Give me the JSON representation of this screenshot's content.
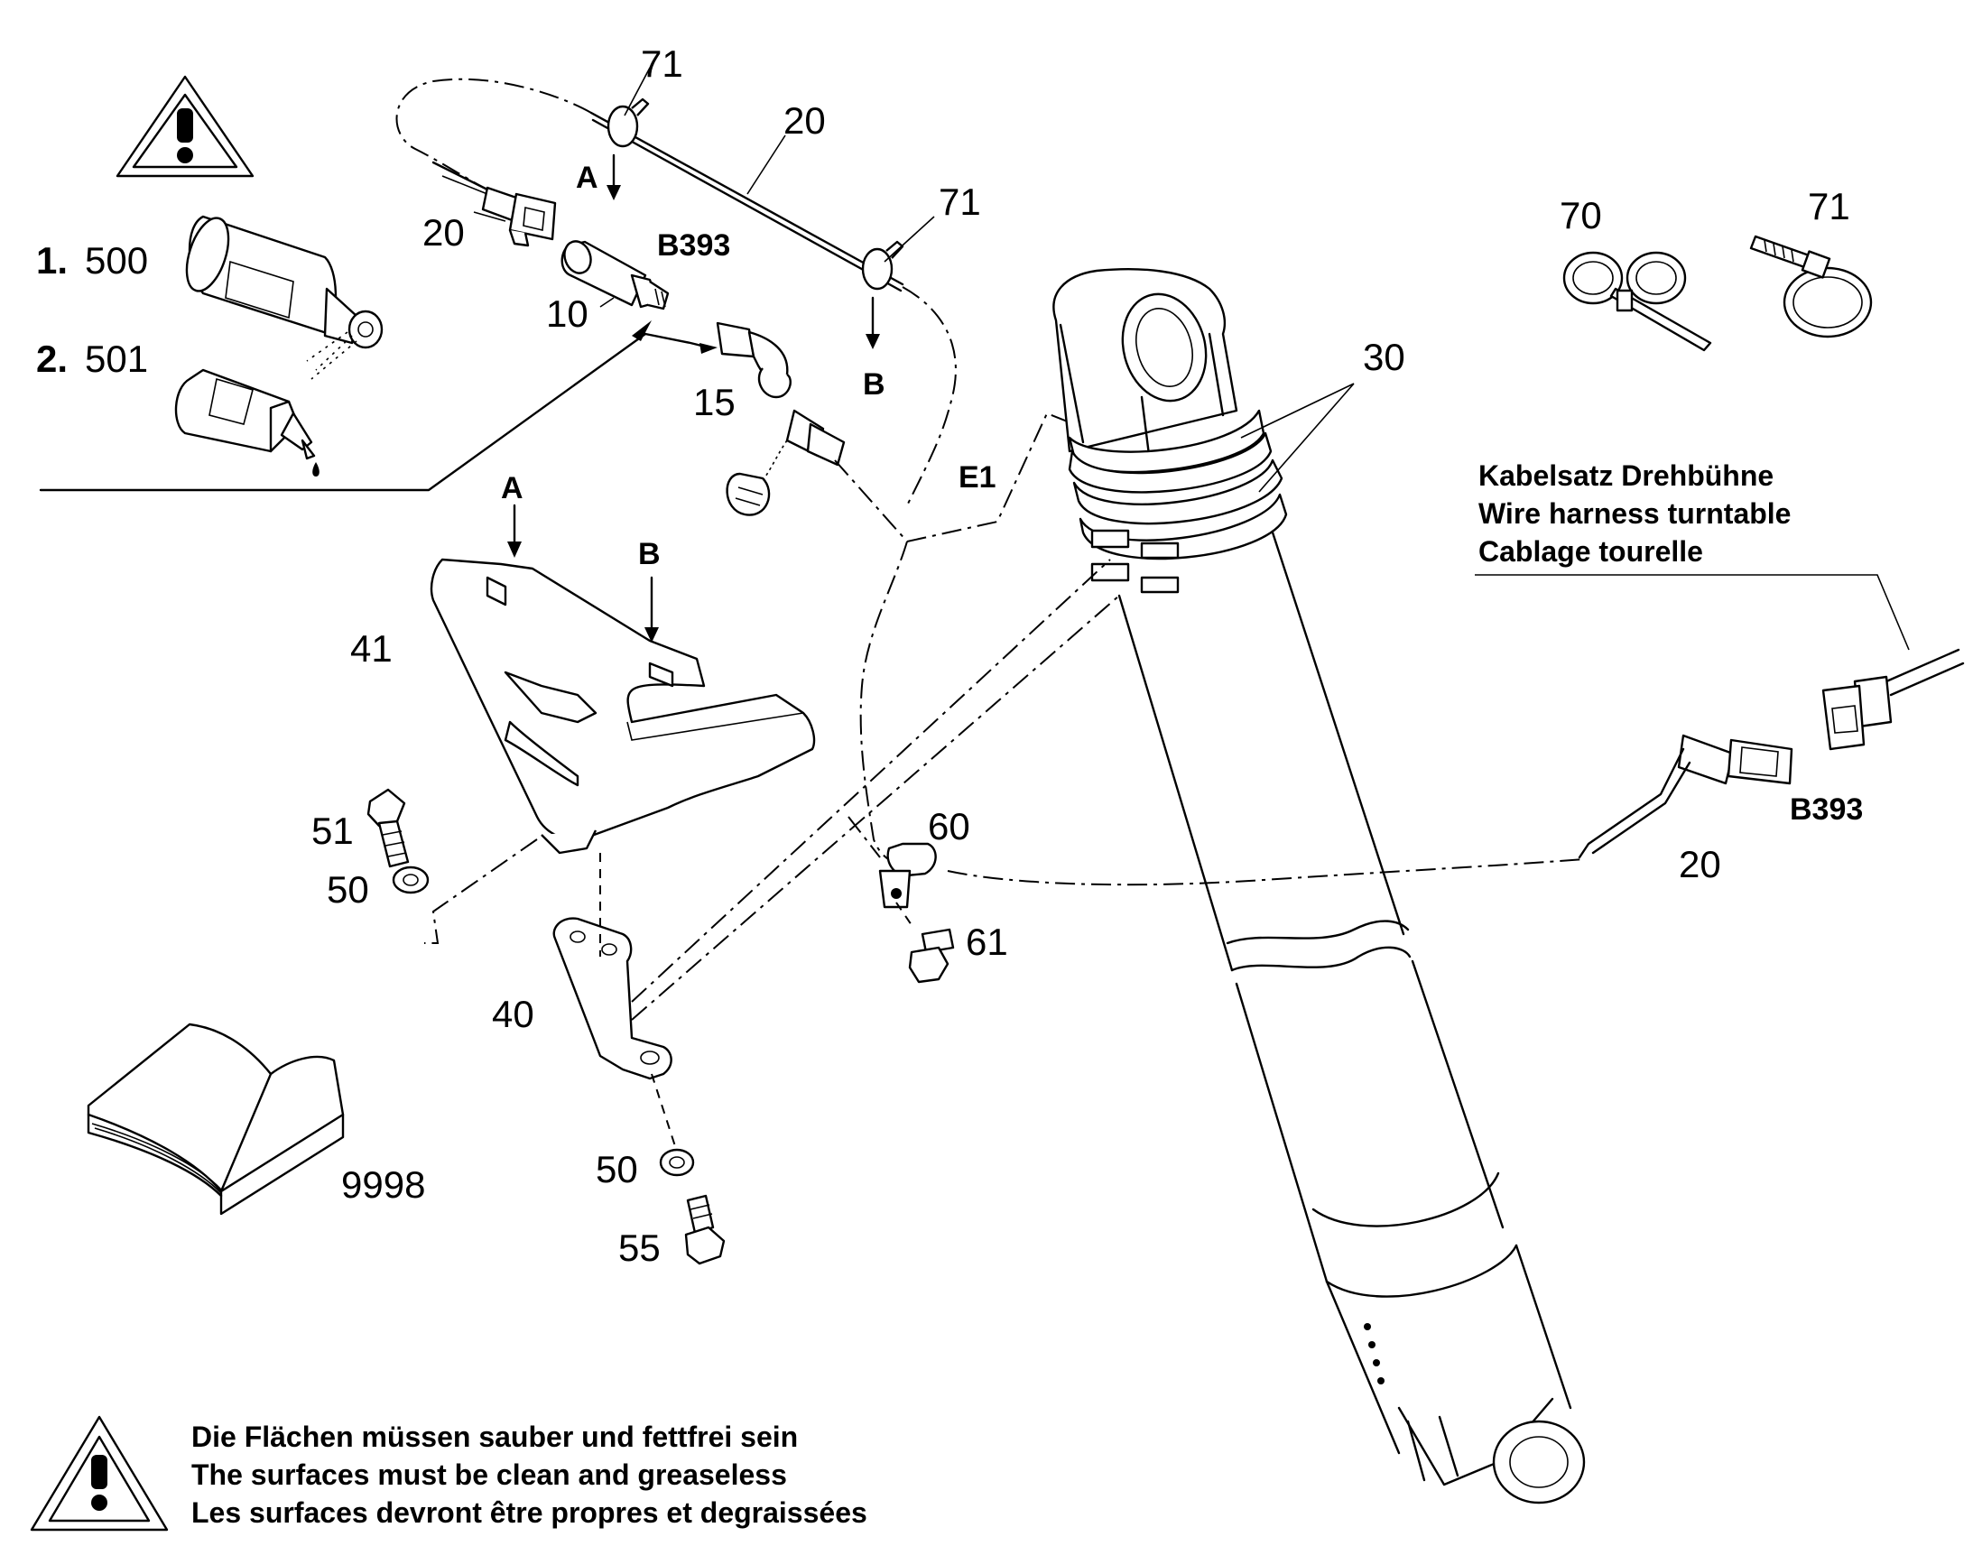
{
  "labels": {
    "p71_a": "71",
    "p20_cable": "20",
    "p71_b": "71",
    "p20_connector": "20",
    "p10": "10",
    "b393_top": "B393",
    "p15": "15",
    "arrow_a_top": "A",
    "arrow_b_top": "B",
    "p70_kit": "70",
    "p71_kit": "71",
    "p30": "30",
    "e1": "E1",
    "arrow_a_bracket": "A",
    "arrow_b_bracket": "B",
    "p41": "41",
    "p51": "51",
    "p50_upper": "50",
    "p40": "40",
    "p60": "60",
    "p61": "61",
    "p50_lower": "50",
    "p55": "55",
    "p9998": "9998",
    "b393_right": "B393",
    "p20_right": "20"
  },
  "consumables": {
    "step1_prefix": "1.",
    "step1_number": "500",
    "step2_prefix": "2.",
    "step2_number": "501"
  },
  "harness_note": {
    "line_de": "Kabelsatz Drehbühne",
    "line_en": "Wire harness turntable",
    "line_fr": "Cablage tourelle"
  },
  "warning_note": {
    "line_de": "Die Flächen müssen sauber und fettfrei sein",
    "line_en": "The surfaces must be clean and greaseless",
    "line_fr": "Les surfaces devront être propres et degraissées"
  }
}
